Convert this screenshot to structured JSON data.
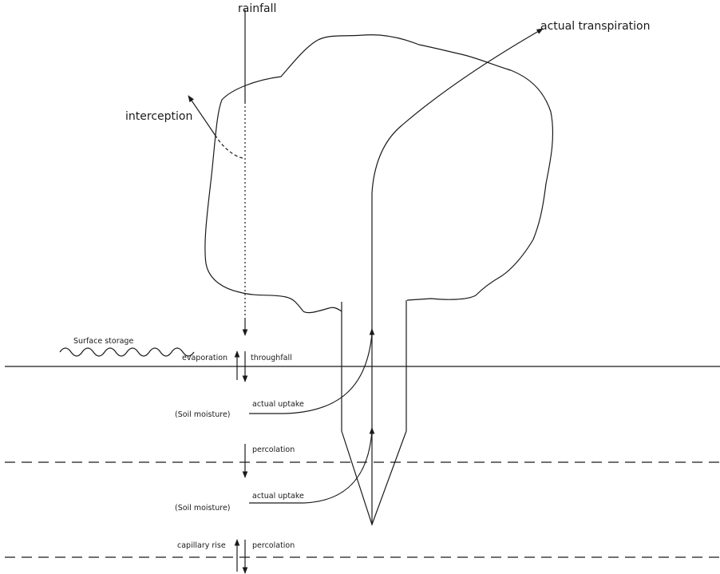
{
  "labels": {
    "rainfall": "rainfall",
    "actual_transpiration": "actual transpiration",
    "interception": "interception",
    "surface_storage": "Surface storage",
    "evaporation": "evaporation",
    "throughfall": "throughfall",
    "soil_moisture_1": "(Soil moisture)",
    "actual_uptake_1": "actual uptake",
    "percolation_1": "percolation",
    "soil_moisture_2": "(Soil moisture)",
    "actual_uptake_2": "actual uptake",
    "capillary_rise": "capillary rise",
    "percolation_2": "percolation"
  }
}
